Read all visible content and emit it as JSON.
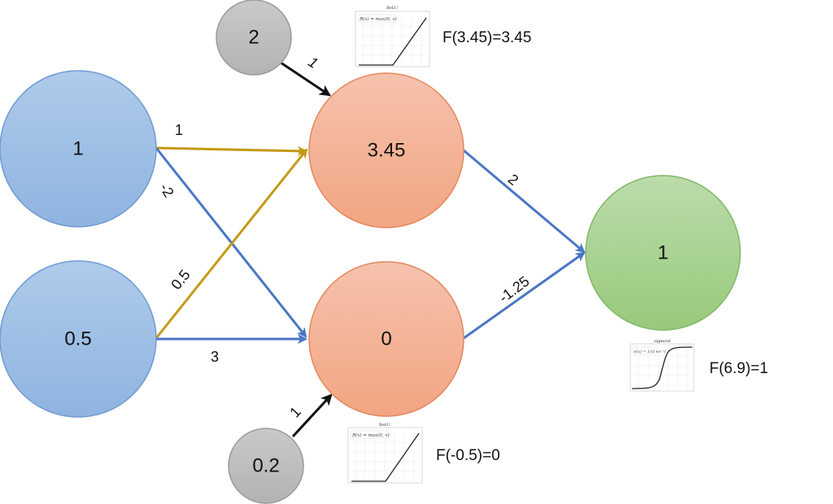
{
  "nodes": {
    "input_1": "1",
    "input_2": "0.5",
    "bias_top": "2",
    "bias_bottom": "0.2",
    "hidden_top": "3.45",
    "hidden_bottom": "0",
    "output": "1"
  },
  "weights": {
    "in1_to_h1": "1",
    "in1_to_h2": "-2",
    "in2_to_h1": "0.5",
    "in2_to_h2": "3",
    "bias_top_to_h1": "1",
    "bias_bottom_to_h2": "1",
    "h1_to_out": "2",
    "h2_to_out": "-1.25"
  },
  "activations": {
    "hidden_top": "F(3.45)=3.45",
    "hidden_bottom": "F(-0.5)=0",
    "output": "F(6.9)=1"
  },
  "thumbnails": {
    "relu_title": "ReLU",
    "relu_formula": "R(x) = max(0, x)",
    "sigmoid_title": "sigmoid",
    "sigmoid_formula": "σ(x) = 1/(1+e⁻ˣ)"
  },
  "colors": {
    "input_fill_top": "#aecbea",
    "input_fill_bottom": "#8fb4e0",
    "input_stroke": "#6f9bd2",
    "hidden_fill_top": "#f6c2ad",
    "hidden_fill_bottom": "#f2a582",
    "hidden_stroke": "#e4875e",
    "output_fill_top": "#bcdcaa",
    "output_fill_bottom": "#98c97c",
    "output_stroke": "#7fb866",
    "bias_fill": "#bdbdbd",
    "bias_stroke": "#9a9a9a",
    "blue_edge": "#4a76c4",
    "gold_edge": "#c49a14",
    "black_edge": "#111111"
  }
}
